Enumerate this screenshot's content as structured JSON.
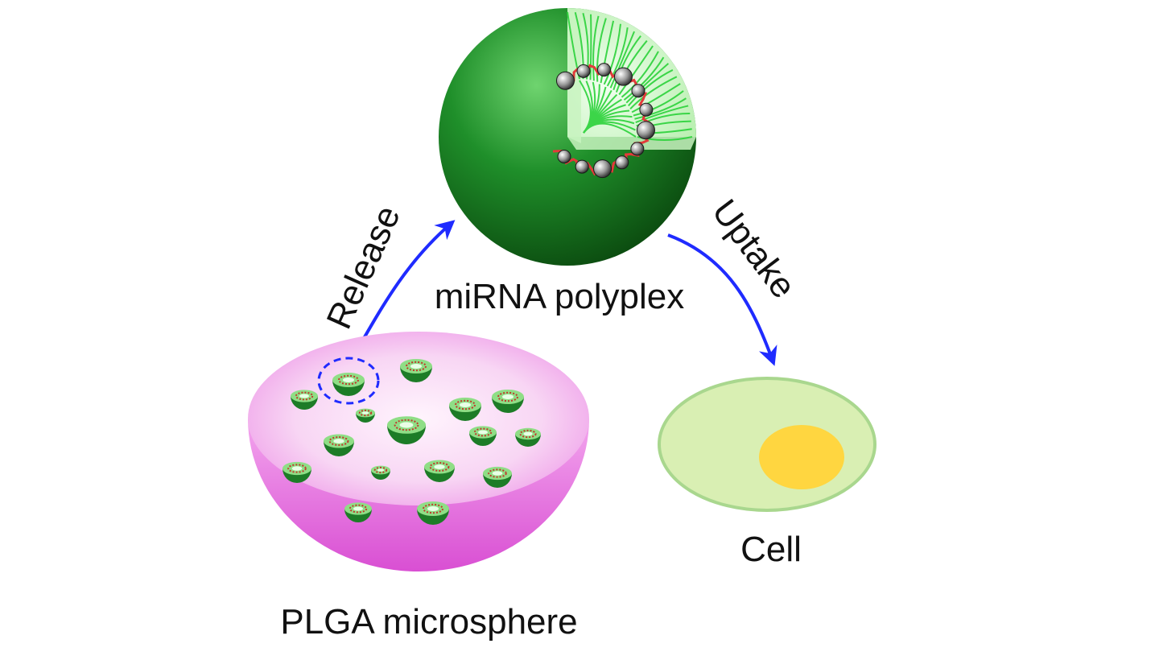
{
  "labels": {
    "polyplex": "miRNA polyplex",
    "release": "Release",
    "uptake": "Uptake",
    "cell": "Cell",
    "microsphere": "PLGA microsphere"
  },
  "colors": {
    "arrow": "#1f2bff",
    "sphere_dark": "#0b5d12",
    "sphere_mid": "#1f8f2a",
    "sphere_light": "#6fd46f",
    "interior": "#d6f7cf",
    "strands": "#2bd23a",
    "ring_red": "#e23a3a",
    "microsphere_pink": "#ee7ee4",
    "microsphere_top": "#f6d8f2",
    "cell_fill": "#d9efb3",
    "cell_edge": "#a9d78e",
    "nucleus": "#ffd640"
  }
}
